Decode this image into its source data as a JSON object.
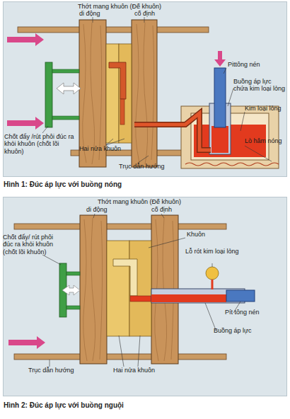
{
  "diagram": {
    "nodes": [
      {
        "text": [
          "Hình 1: Đúc áp lực với buồng nóng"
        ]
      },
      {
        "text": [
          "Hình 2: Đúc áp lực với buồng nguội"
        ]
      }
    ],
    "labels": [
      "Thớt mang khuôn (Đế khuôn)",
      "di động",
      "cố định",
      "Pittông nén",
      "Buồng áp lực chứa kim loại lỏng",
      "Kim loại lỏng",
      "Lò hâm nóng",
      "Chốt đẩy /rút phôi đúc ra khỏi khuôn (chốt lõi khuôn)",
      "Hai nửa khuôn",
      "Trục dẫn hướng",
      "Thớt mang khuôn (Đế khuôn)",
      "di động",
      "cố định",
      "Khuôn",
      "Lỗ rót kim loại lỏng",
      "Chốt đẩy/ rút phôi đúc ra khỏi khuôn (chốt lõi khuôn)",
      "Pít tông nén",
      "Buồng áp lực",
      "Trục dẫn hướng",
      "Hai nửa khuôn"
    ]
  }
}
